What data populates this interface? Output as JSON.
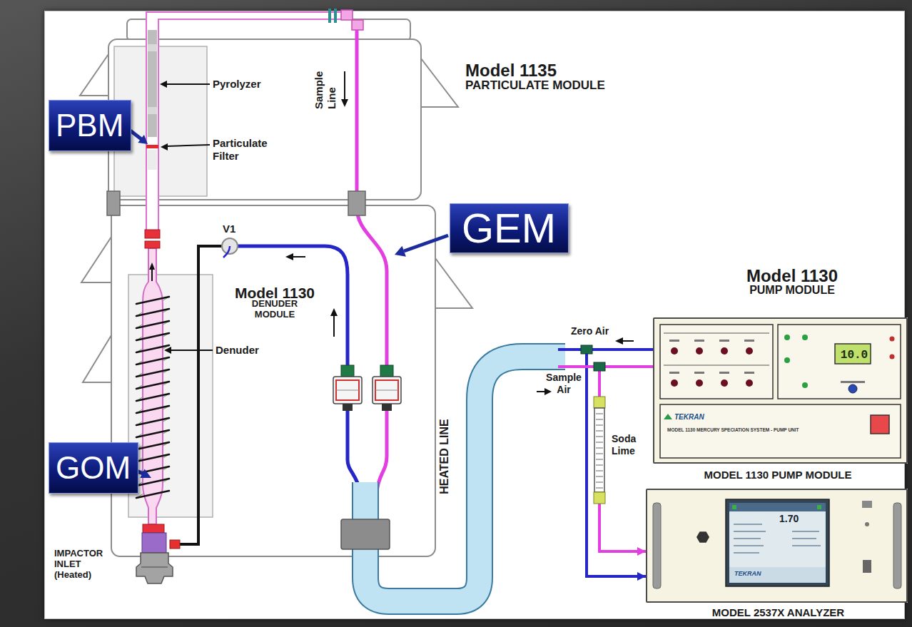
{
  "diagram": {
    "nodes": [
      {
        "text": [
          "PBM"
        ]
      },
      {
        "text": [
          "GEM"
        ]
      },
      {
        "text": [
          "Model 1130 PUMP MODULE",
          "10.0",
          "TEKRAN",
          "MODEL 1130 MERCURY SPECIATION SYSTEM - PUMP UNIT"
        ]
      },
      {
        "text": [
          "GOM"
        ]
      },
      {
        "text": [
          "MODEL 2537X ANALYZER",
          "1.70",
          "TEKRAN"
        ]
      }
    ],
    "edges": [
      {
        "from": 2,
        "to": 4,
        "arrow": "to"
      },
      {
        "from": 2,
        "to": 4,
        "arrow": "to"
      }
    ],
    "labels": [
      "Pyrolyzer",
      "Sample Line",
      "Model 1135 PARTICULATE MODULE",
      "Particulate Filter",
      "V1",
      "Model 1130 DENUDER MODULE",
      "Zero Air",
      "Denuder",
      "Sample Air",
      "HEATED LINE",
      "Soda Lime",
      "MODEL 1130 PUMP MODULE",
      "IMPACTOR INLET (Heated)"
    ]
  }
}
